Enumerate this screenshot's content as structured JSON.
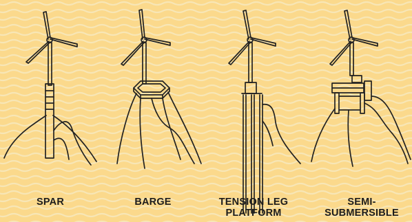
{
  "colors": {
    "background": "#fbd98c",
    "wave": "#f7e6b6",
    "ink": "#222222"
  },
  "labels": {
    "spar": "SPAR",
    "barge": "BARGE",
    "tension_leg_line1": "TENSION LEG",
    "tension_leg_line2": "PLATFORM",
    "semi_line1": "SEMI-",
    "semi_line2": "SUBMERSIBLE"
  }
}
